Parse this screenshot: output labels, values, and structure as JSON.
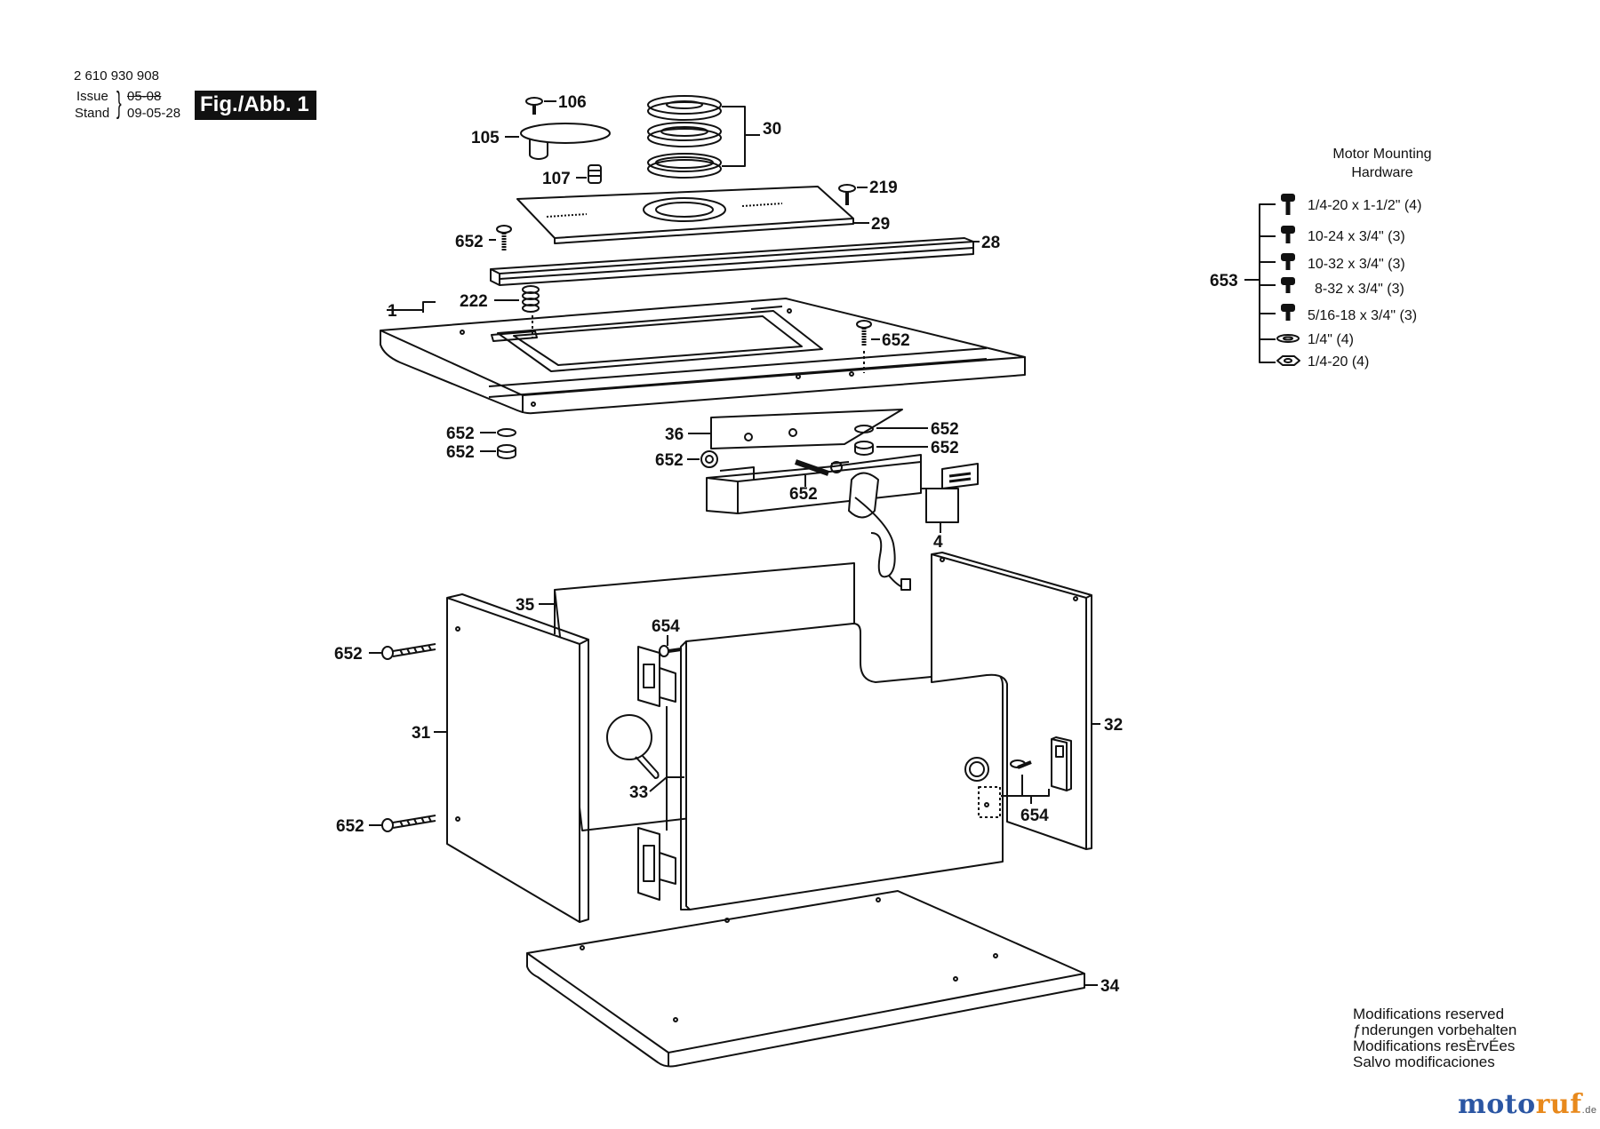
{
  "header": {
    "part_number": "2 610 930 908",
    "issue_label": "Issue",
    "issue_date_struck": "05-08",
    "stand_label": "Stand",
    "stand_date": "09-05-28",
    "figure_label": "Fig./Abb. 1"
  },
  "callouts": {
    "c106": "106",
    "c30": "30",
    "c105": "105",
    "c107": "107",
    "c219": "219",
    "c29": "29",
    "c652_a": "652",
    "c28": "28",
    "c1": "1",
    "c222": "222",
    "c652_b": "652",
    "c652_c": "652",
    "c652_d": "652",
    "c36": "36",
    "c652_e": "652",
    "c652_f": "652",
    "c652_g": "652",
    "c652_h": "652",
    "c4": "4",
    "c35": "35",
    "c654_a": "654",
    "c652_i": "652",
    "c31": "31",
    "c33": "33",
    "c652_j": "652",
    "c32": "32",
    "c654_b": "654",
    "c34": "34",
    "c653": "653"
  },
  "hardware": {
    "title_line1": "Motor Mounting",
    "title_line2": "Hardware",
    "items": [
      "1/4-20 x 1-1/2\" (4)",
      "10-24 x 3/4\" (3)",
      "10-32 x 3/4\" (3)",
      "8-32 x 3/4\" (3)",
      "5/16-18 x 3/4\" (3)",
      "1/4\" (4)",
      "1/4-20 (4)"
    ]
  },
  "modifications": [
    "Modifications reserved",
    "ƒnderungen vorbehalten",
    "Modifications resÈrvÉes",
    "Salvo modificaciones"
  ],
  "logo": {
    "part1": "moto",
    "part2": "ruf",
    "suffix": ".de"
  }
}
